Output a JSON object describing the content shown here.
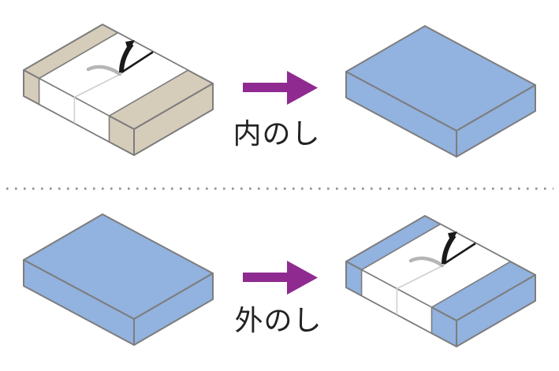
{
  "figure": {
    "description": "noshi-gift-wrapping-diagram",
    "rows": [
      {
        "id": "uchi-noshi",
        "label": "内のし",
        "before": "box-with-noshi-paper-band",
        "after": "box-wrapped-plain"
      },
      {
        "id": "soto-noshi",
        "label": "外のし",
        "before": "box-wrapped-plain",
        "after": "box-with-noshi-paper-band-on-wrapping"
      }
    ]
  },
  "icons": {
    "arrow": "right-arrow-icon",
    "noshi_ornament": "noshi-ornament-icon"
  },
  "colors": {
    "background": "#ffffff",
    "box_tan": "#d6ccba",
    "box_blue": "#92b2df",
    "outline": "#7d7d7d",
    "paper_white": "#ffffff",
    "paper_seam_gray": "#cfcfcf",
    "noshi_black": "#1a1a1a",
    "noshi_gray": "#b5b5b5",
    "arrow_purple": "#8f2b90",
    "label_text": "#222222",
    "divider_gray": "#9b9b9b"
  }
}
